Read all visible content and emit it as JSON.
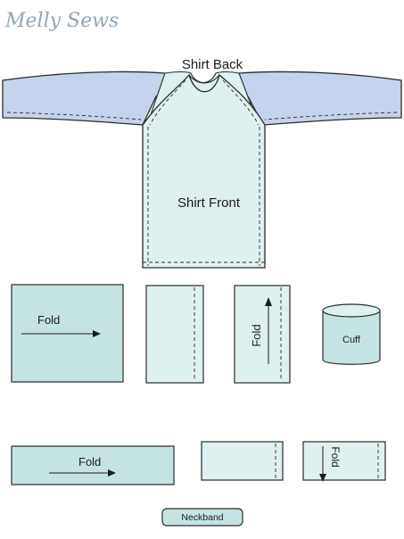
{
  "watermark": "Melly Sews",
  "labels": {
    "shirt_back": "Shirt Back",
    "shirt_front": "Shirt Front",
    "fold_1": "Fold",
    "fold_2": "Fold",
    "fold_3": "Fold",
    "fold_4": "Fold",
    "cuff": "Cuff",
    "neckband": "Neckband"
  },
  "colors": {
    "sleeve": "#c5d3ec",
    "body": "#dff0f0",
    "panel": "#c6e3e3",
    "outline": "#2b2b2b"
  }
}
